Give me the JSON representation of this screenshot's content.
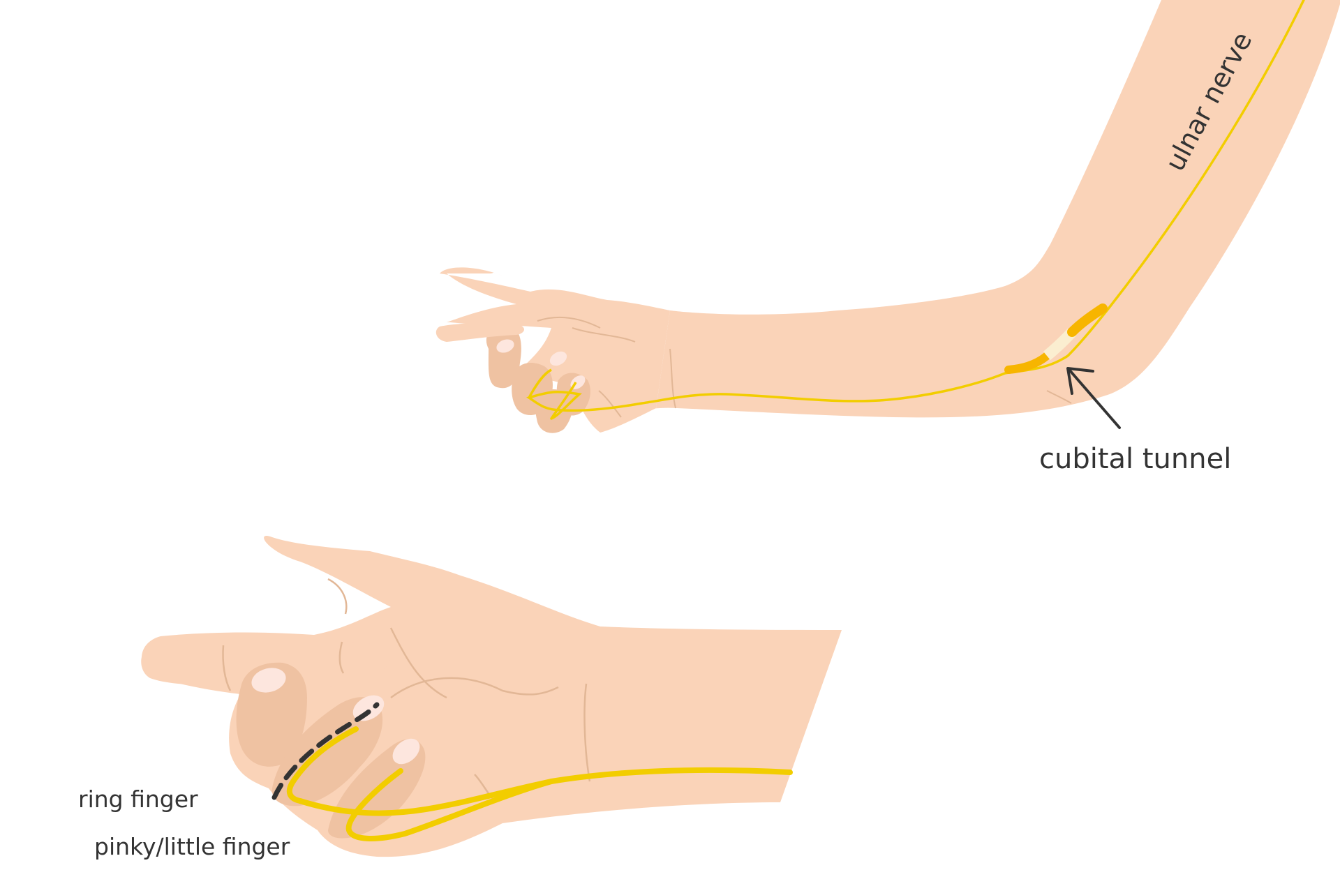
{
  "labels": {
    "ulnar_nerve": "ulnar nerve",
    "cubital_tunnel": "cubital tunnel",
    "ring_finger": "ring finger",
    "pinky_finger": "pinky/little finger"
  },
  "colors": {
    "skin": "#fad3b8",
    "skin_shadow": "#efc2a2",
    "skin_line": "#e2b796",
    "nail": "#fde6de",
    "nerve": "#f2cd00",
    "nerve_compressed": "#f7b500",
    "tunnel_band": "#fbeed0",
    "dashed_line": "#333333",
    "text": "#333333"
  }
}
